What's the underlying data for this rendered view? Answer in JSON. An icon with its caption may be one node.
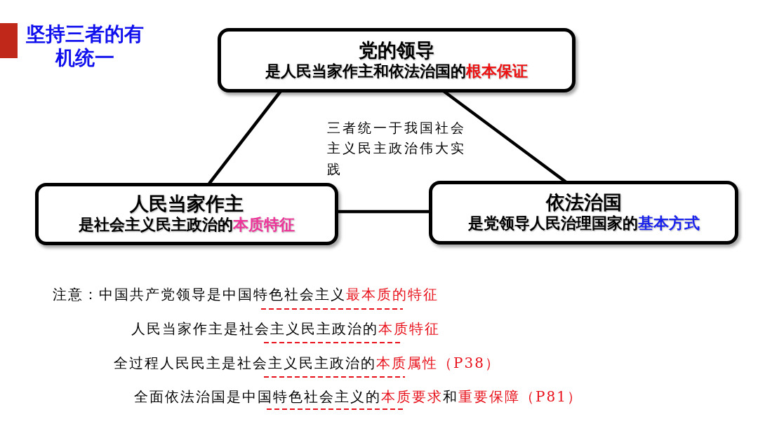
{
  "diagram": {
    "title": "坚持三者的有机统一",
    "nodes": [
      {
        "text": [
          "党的领导",
          "是人民当家作主和依法治国的**根本保证**"
        ]
      },
      {
        "text": [
          "人民当家作主",
          "是社会主义民主政治的**本质特征**"
        ]
      },
      {
        "text": [
          "依法治国",
          "是党领导人民治理国家的**基本方式**"
        ]
      }
    ],
    "edges": [
      {
        "from": 0,
        "to": 1,
        "arrow": "none"
      },
      {
        "from": 0,
        "to": 2,
        "arrow": "none"
      },
      {
        "from": 1,
        "to": 2,
        "arrow": "none"
      }
    ],
    "labels": [
      "三者统一于我国社会主义民主政治伟大实践",
      "注意：中国共产党领导是中国特色社会主义**最本质的特征**",
      "人民当家作主是社会主义民主政治的**本质特征**",
      "全过程人民民主是社会主义民主政治的**本质属性（P38）**",
      "全面依法治国是中国特色社会主义的**本质要求**和**重要保障（P81）**"
    ]
  }
}
